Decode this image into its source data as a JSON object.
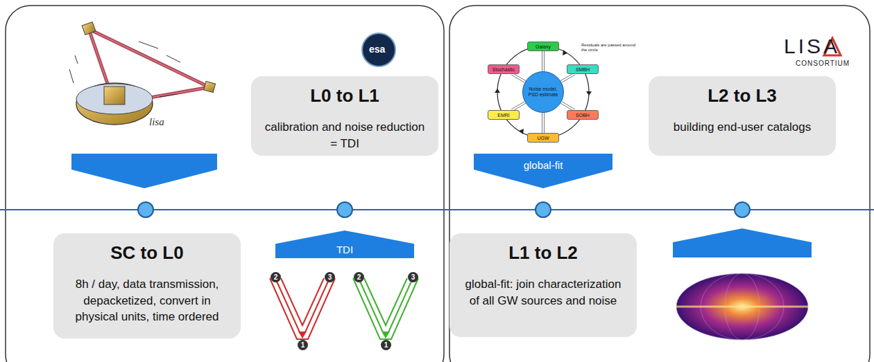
{
  "diagram": {
    "nodes": [
      {
        "text": [
          "SC to L0",
          "8h / day, data transmission, depacketized, convert in physical units, time ordered"
        ]
      },
      {
        "text": [
          "L0 to L1",
          "calibration and noise reduction = TDI"
        ]
      },
      {
        "text": [
          "TDI"
        ]
      },
      {
        "text": [
          "Noise model, PSD estimate"
        ]
      },
      {
        "text": [
          "Galaxy"
        ]
      },
      {
        "text": [
          "SMBH"
        ]
      },
      {
        "text": [
          "SOBH"
        ]
      },
      {
        "text": [
          "UGW"
        ]
      },
      {
        "text": [
          "EMRI"
        ]
      },
      {
        "text": [
          "Stochastic"
        ]
      },
      {
        "text": [
          "global-fit"
        ]
      },
      {
        "text": [
          "L1 to L2",
          "global-fit: join characterization of all GW sources and noise"
        ]
      },
      {
        "text": [
          "L2 to L3",
          "building end-user catalogs"
        ]
      }
    ],
    "edges": [
      {
        "from": 3,
        "to": 4,
        "arrow": "none"
      },
      {
        "from": 3,
        "to": 5,
        "arrow": "none"
      },
      {
        "from": 3,
        "to": 6,
        "arrow": "none"
      },
      {
        "from": 3,
        "to": 7,
        "arrow": "none"
      },
      {
        "from": 3,
        "to": 8,
        "arrow": "none"
      },
      {
        "from": 3,
        "to": 9,
        "arrow": "none"
      }
    ],
    "labels": [
      "lisa",
      "esa",
      "LISA",
      "CONSORTIUM",
      "Residuals are passed around the circle",
      "2",
      "3",
      "1",
      "2",
      "3",
      "1"
    ]
  }
}
